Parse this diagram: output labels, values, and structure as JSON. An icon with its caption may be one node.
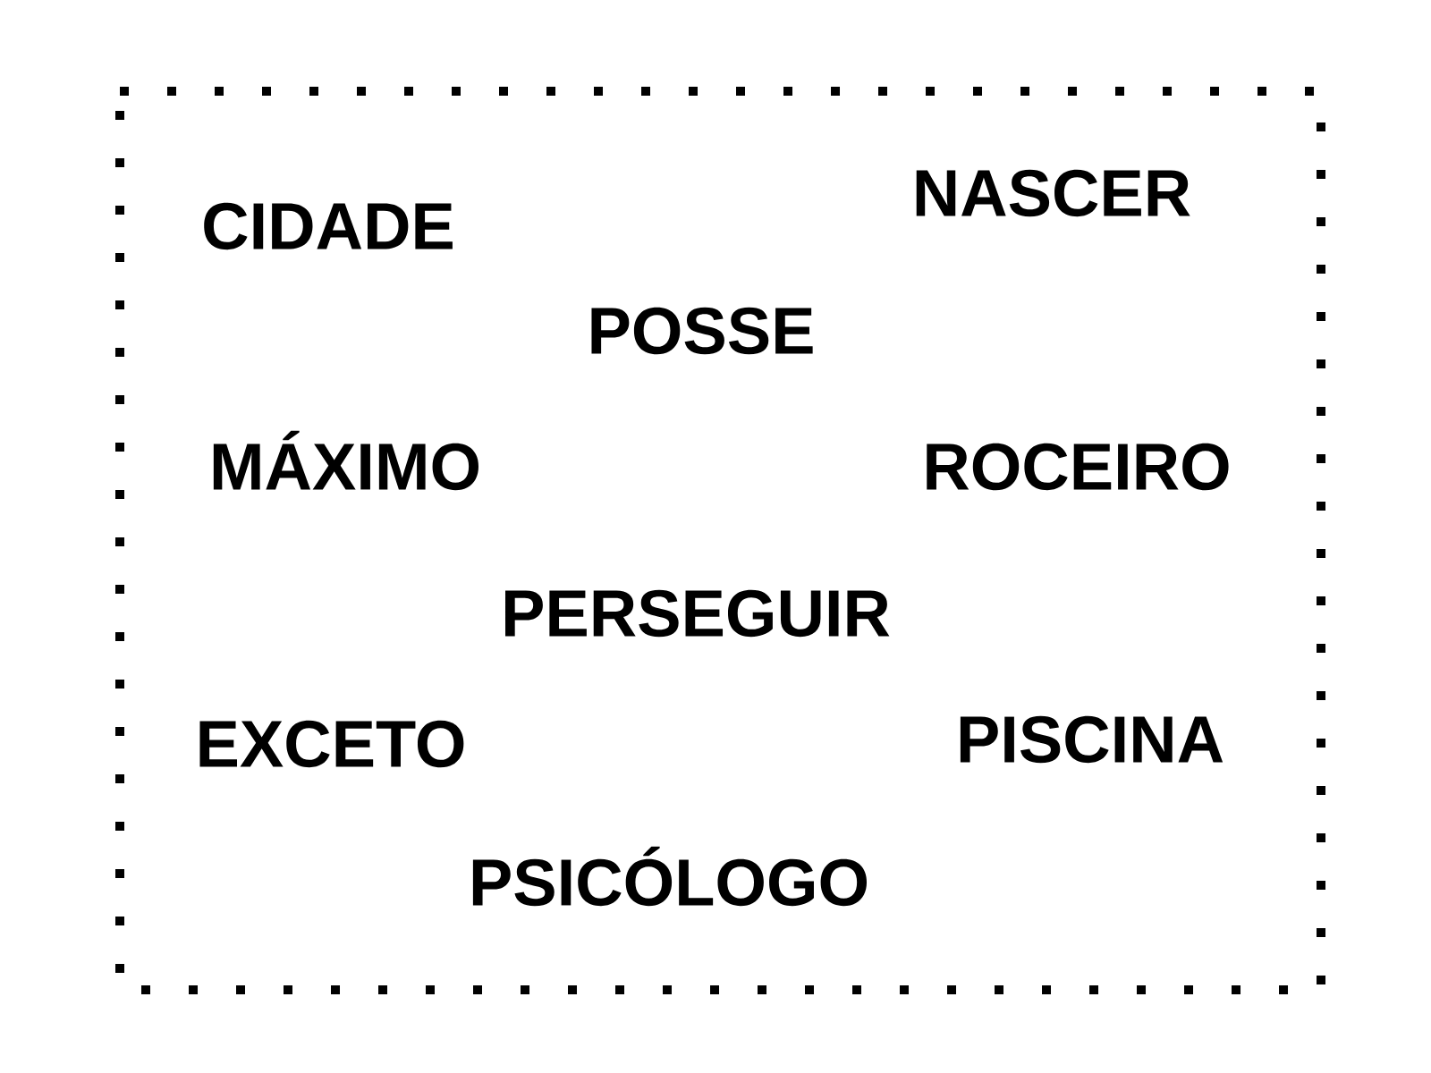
{
  "diagram": {
    "labels": [
      "NASCER",
      "CIDADE",
      "POSSE",
      "MÁXIMO",
      "ROCEIRO",
      "PERSEGUIR",
      "PISCINA",
      "EXCETO",
      "PSICÓLOGO"
    ]
  }
}
